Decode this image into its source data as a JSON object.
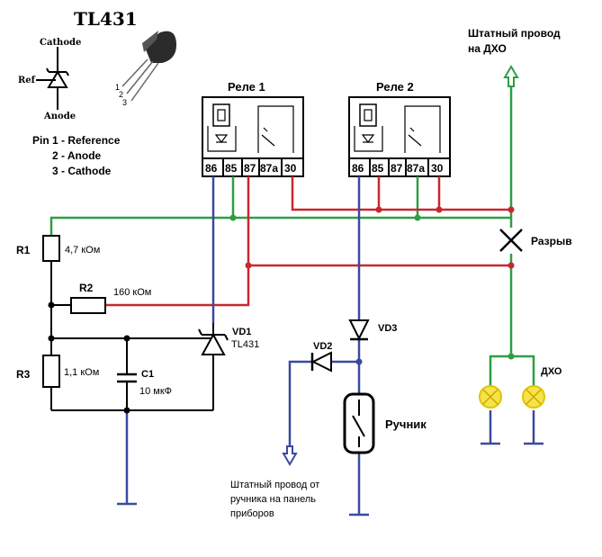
{
  "tl431": {
    "title": "TL431",
    "pin_cathode": "Cathode",
    "pin_ref": "Ref",
    "pin_anode": "Anode",
    "pin_nums": [
      "1",
      "2",
      "3"
    ],
    "pinout": [
      "Pin 1 - Reference",
      "2 - Anode",
      "3 - Cathode"
    ]
  },
  "relays": {
    "relay1_label": "Реле 1",
    "relay2_label": "Реле 2",
    "pins": [
      "86",
      "85",
      "87",
      "87a",
      "30"
    ]
  },
  "components": {
    "r1": "R1",
    "r1_value": "4,7 кОм",
    "r2": "R2",
    "r2_value": "160 кОм",
    "r3": "R3",
    "r3_value": "1,1 кОм",
    "c1": "C1",
    "c1_value": "10 мкФ",
    "vd1": "VD1",
    "vd1_part": "TL431",
    "vd2": "VD2",
    "vd3": "VD3"
  },
  "labels": {
    "drl_wire": [
      "Штатный провод",
      "на ДХО"
    ],
    "break": "Разрыв",
    "drl_lamps": "ДХО",
    "handbrake": "Ручник",
    "handbrake_wire": [
      "Штатный провод от",
      "ручника на панель",
      "приборов"
    ]
  },
  "colors": {
    "wire_positive": "#c8282d",
    "wire_drl": "#2e9e44",
    "wire_ground": "#3a4aa0",
    "lamp": "#f6e34a"
  }
}
